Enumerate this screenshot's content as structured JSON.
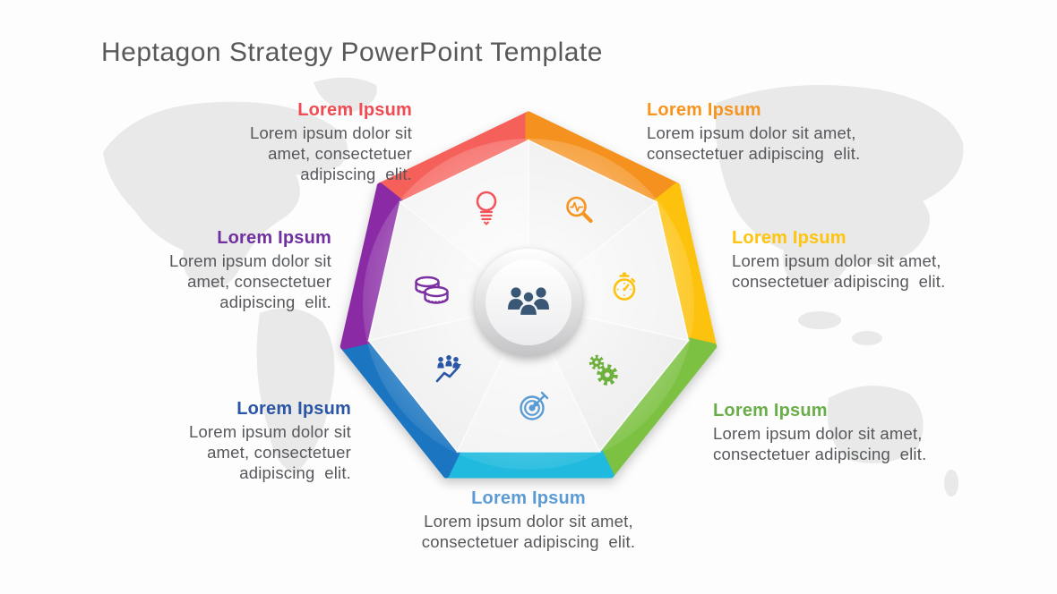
{
  "title": "Heptagon Strategy PowerPoint Template",
  "background": {
    "map": "world-map",
    "map_color": "#e9e9e9"
  },
  "center": {
    "icon": "team-icon",
    "icon_color": "#3a5876"
  },
  "segments": [
    {
      "position": "top-left",
      "heading": "Lorem Ipsum",
      "body": "Lorem ipsum dolor sit\namet, consectetuer\nadipiscing  elit.",
      "heading_color": "#F04B52",
      "band_color": "#F6605A",
      "icon": "lightbulb-icon",
      "icon_color": "#F3555C"
    },
    {
      "position": "top-right",
      "heading": "Lorem Ipsum",
      "body": "Lorem ipsum dolor sit amet,\nconsectetuer adipiscing  elit.",
      "heading_color": "#F7941E",
      "band_color": "#F5911E",
      "icon": "analysis-magnifier-icon",
      "icon_color": "#F7941E"
    },
    {
      "position": "right",
      "heading": "Lorem Ipsum",
      "body": "Lorem ipsum dolor sit amet,\nconsectetuer adipiscing  elit.",
      "heading_color": "#FFC40D",
      "band_color": "#FDC20D",
      "icon": "stopwatch-icon",
      "icon_color": "#FDC20D"
    },
    {
      "position": "bottom-right",
      "heading": "Lorem Ipsum",
      "body": "Lorem ipsum dolor sit amet,\nconsectetuer adipiscing  elit.",
      "heading_color": "#6AAE4A",
      "band_color": "#7CC142",
      "icon": "gears-icon",
      "icon_color": "#6FB13D"
    },
    {
      "position": "bottom",
      "heading": "Lorem Ipsum",
      "body": "Lorem ipsum dolor sit amet,\nconsectetuer adipiscing  elit.",
      "heading_color": "#5B9BD5",
      "band_color": "#20BADE",
      "icon": "target-arrow-icon",
      "icon_color": "#5B9BD5"
    },
    {
      "position": "bottom-left",
      "heading": "Lorem Ipsum",
      "body": "Lorem ipsum dolor sit\namet, consectetuer\nadipiscing  elit.",
      "heading_color": "#2A56A5",
      "band_color": "#1B75C0",
      "icon": "team-growth-icon",
      "icon_color": "#2A56A5"
    },
    {
      "position": "left",
      "heading": "Lorem Ipsum",
      "body": "Lorem ipsum dolor sit\namet, consectetuer\nadipiscing  elit.",
      "heading_color": "#7030A0",
      "band_color": "#8A2BA5",
      "icon": "coins-icon",
      "icon_color": "#7B2FA0"
    }
  ]
}
